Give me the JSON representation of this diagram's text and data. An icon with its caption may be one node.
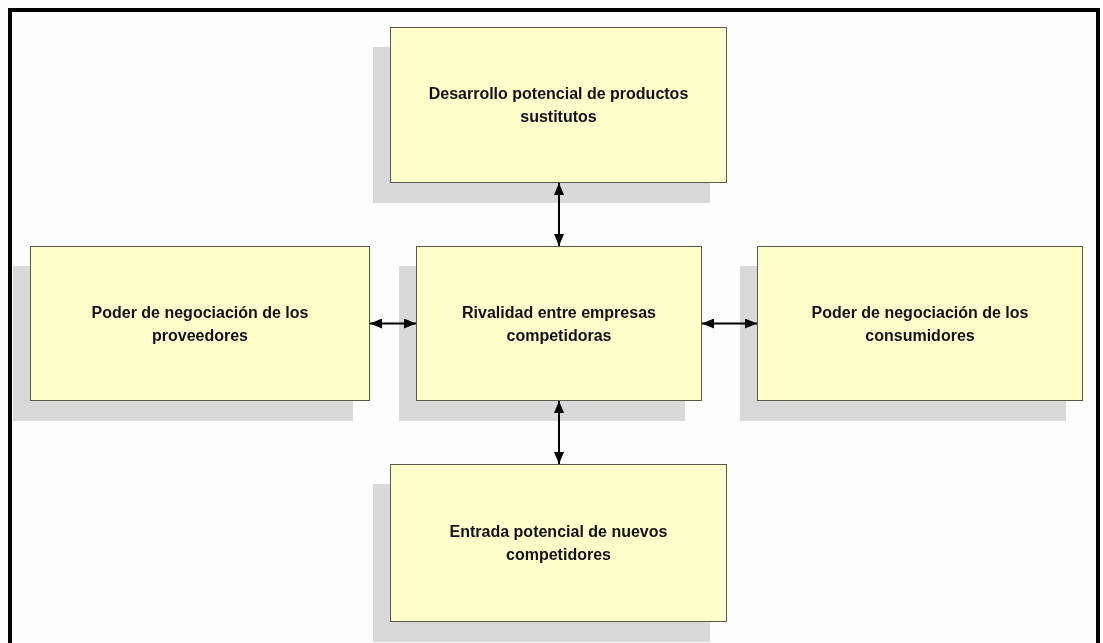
{
  "diagram": {
    "nodes": [
      {
        "text": [
          "Desarrollo potencial de productos sustitutos"
        ]
      },
      {
        "text": [
          "Poder de negociación de los proveedores"
        ]
      },
      {
        "text": [
          "Rivalidad entre empresas competidoras"
        ]
      },
      {
        "text": [
          "Poder de negociación de los consumidores"
        ]
      },
      {
        "text": [
          "Entrada potencial de nuevos competidores"
        ]
      }
    ],
    "edges": [
      {
        "from": 2,
        "to": 0,
        "arrow": "both"
      },
      {
        "from": 1,
        "to": 2,
        "arrow": "both"
      },
      {
        "from": 2,
        "to": 3,
        "arrow": "both"
      },
      {
        "from": 2,
        "to": 4,
        "arrow": "both"
      }
    ]
  }
}
